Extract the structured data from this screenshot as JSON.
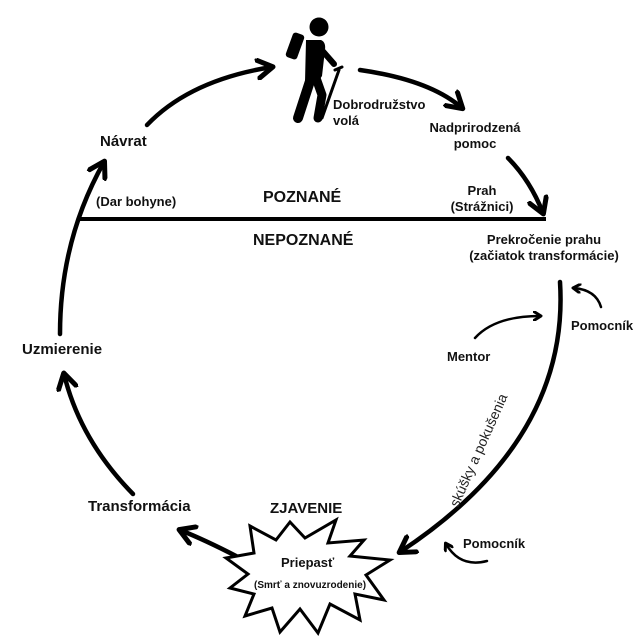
{
  "diagram": {
    "type": "hero-journey-cycle",
    "stroke_color": "#000000",
    "background": "#ffffff",
    "regions": {
      "known": "POZNANÉ",
      "unknown": "NEPOZNANÉ"
    },
    "icons": {
      "hero": "hiker-icon"
    },
    "stages": {
      "call": [
        "Dobrodružstvo",
        "volá"
      ],
      "supernatural_aid": [
        "Nadprirodzená",
        "pomoc"
      ],
      "threshold": [
        "Prah",
        "(Strážnici)"
      ],
      "crossing": [
        "Prekročenie prahu",
        "(začiatok transformácie)"
      ],
      "helper_top": "Pomocník",
      "mentor": "Mentor",
      "trials": "skúšky a pokušenia",
      "helper_bottom": "Pomocník",
      "revelation": "ZJAVENIE",
      "abyss": "Priepasť",
      "abyss_sub": "(Smrť a znovuzrodenie)",
      "transformation": "Transformácia",
      "atonement": "Uzmierenie",
      "gift": "(Dar bohyne)",
      "return": "Návrat"
    }
  }
}
